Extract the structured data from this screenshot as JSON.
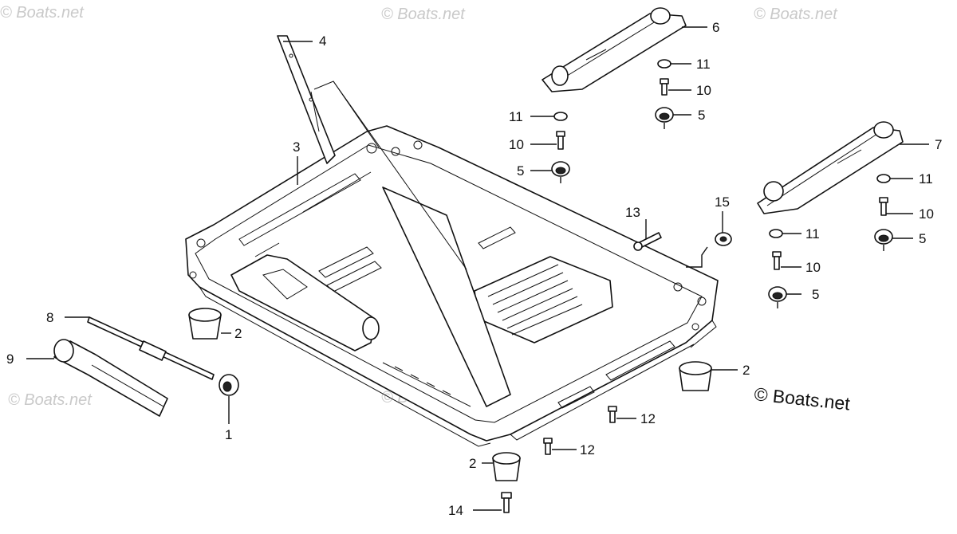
{
  "watermarks": [
    "© Boats.net",
    "© Boats.net",
    "© Boats.net",
    "© Boats.net",
    "© Boats.net"
  ],
  "copyright": "© Boats.net",
  "callouts": {
    "c1": "1",
    "c2a": "2",
    "c2b": "2",
    "c2c": "2",
    "c3": "3",
    "c4": "4",
    "c5a": "5",
    "c5b": "5",
    "c5c": "5",
    "c5d": "5",
    "c6": "6",
    "c7": "7",
    "c8": "8",
    "c9": "9",
    "c10a": "10",
    "c10b": "10",
    "c10c": "10",
    "c10d": "10",
    "c11a": "11",
    "c11b": "11",
    "c11c": "11",
    "c11d": "11",
    "c12a": "12",
    "c12b": "12",
    "c13": "13",
    "c14": "14",
    "c15": "15"
  }
}
